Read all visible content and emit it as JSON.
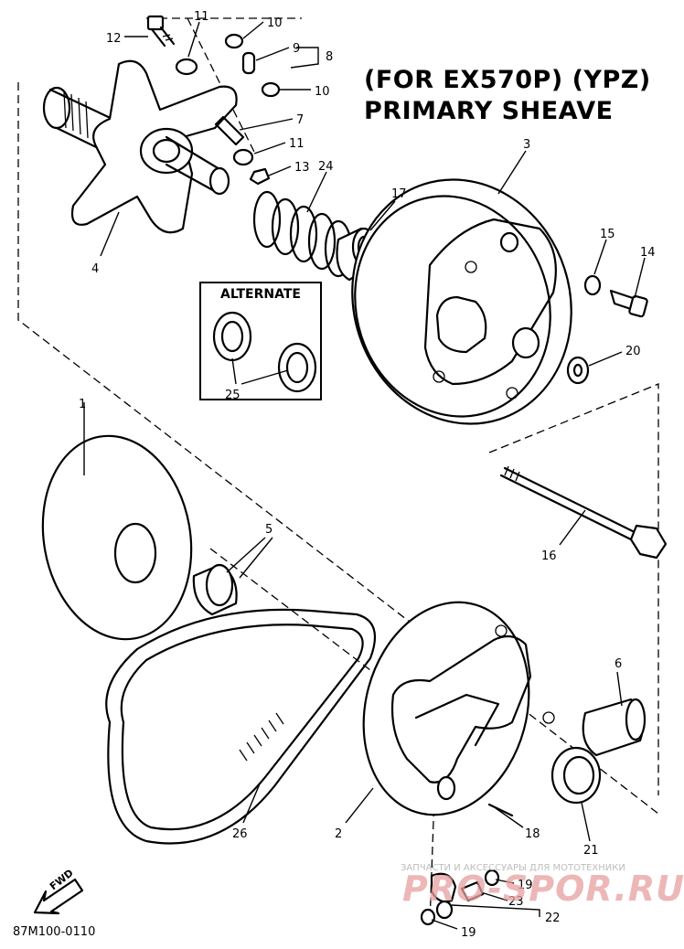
{
  "title": {
    "line1": "(FOR EX570P) (YPZ)",
    "line2": "PRIMARY SHEAVE"
  },
  "alternate_label": "ALTERNATE",
  "diagram_code": "87M100-0110",
  "fwd_label": "FWD",
  "watermark": {
    "subtitle": "ЗАПЧАСТИ И АКСЕССУАРЫ ДЛЯ МОТОТЕХНИКИ",
    "brand": "PRO-SPOR.RU"
  },
  "callouts": {
    "c1": "1",
    "c2": "2",
    "c3": "3",
    "c4": "4",
    "c5": "5",
    "c6": "6",
    "c7": "7",
    "c8": "8",
    "c9": "9",
    "c10a": "10",
    "c10b": "10",
    "c11a": "11",
    "c11b": "11",
    "c12": "12",
    "c13": "13",
    "c14": "14",
    "c15": "15",
    "c16": "16",
    "c17": "17",
    "c18": "18",
    "c19a": "19",
    "c19b": "19",
    "c20": "20",
    "c21": "21",
    "c22": "22",
    "c23": "23",
    "c24": "24",
    "c25": "25",
    "c26": "26"
  }
}
